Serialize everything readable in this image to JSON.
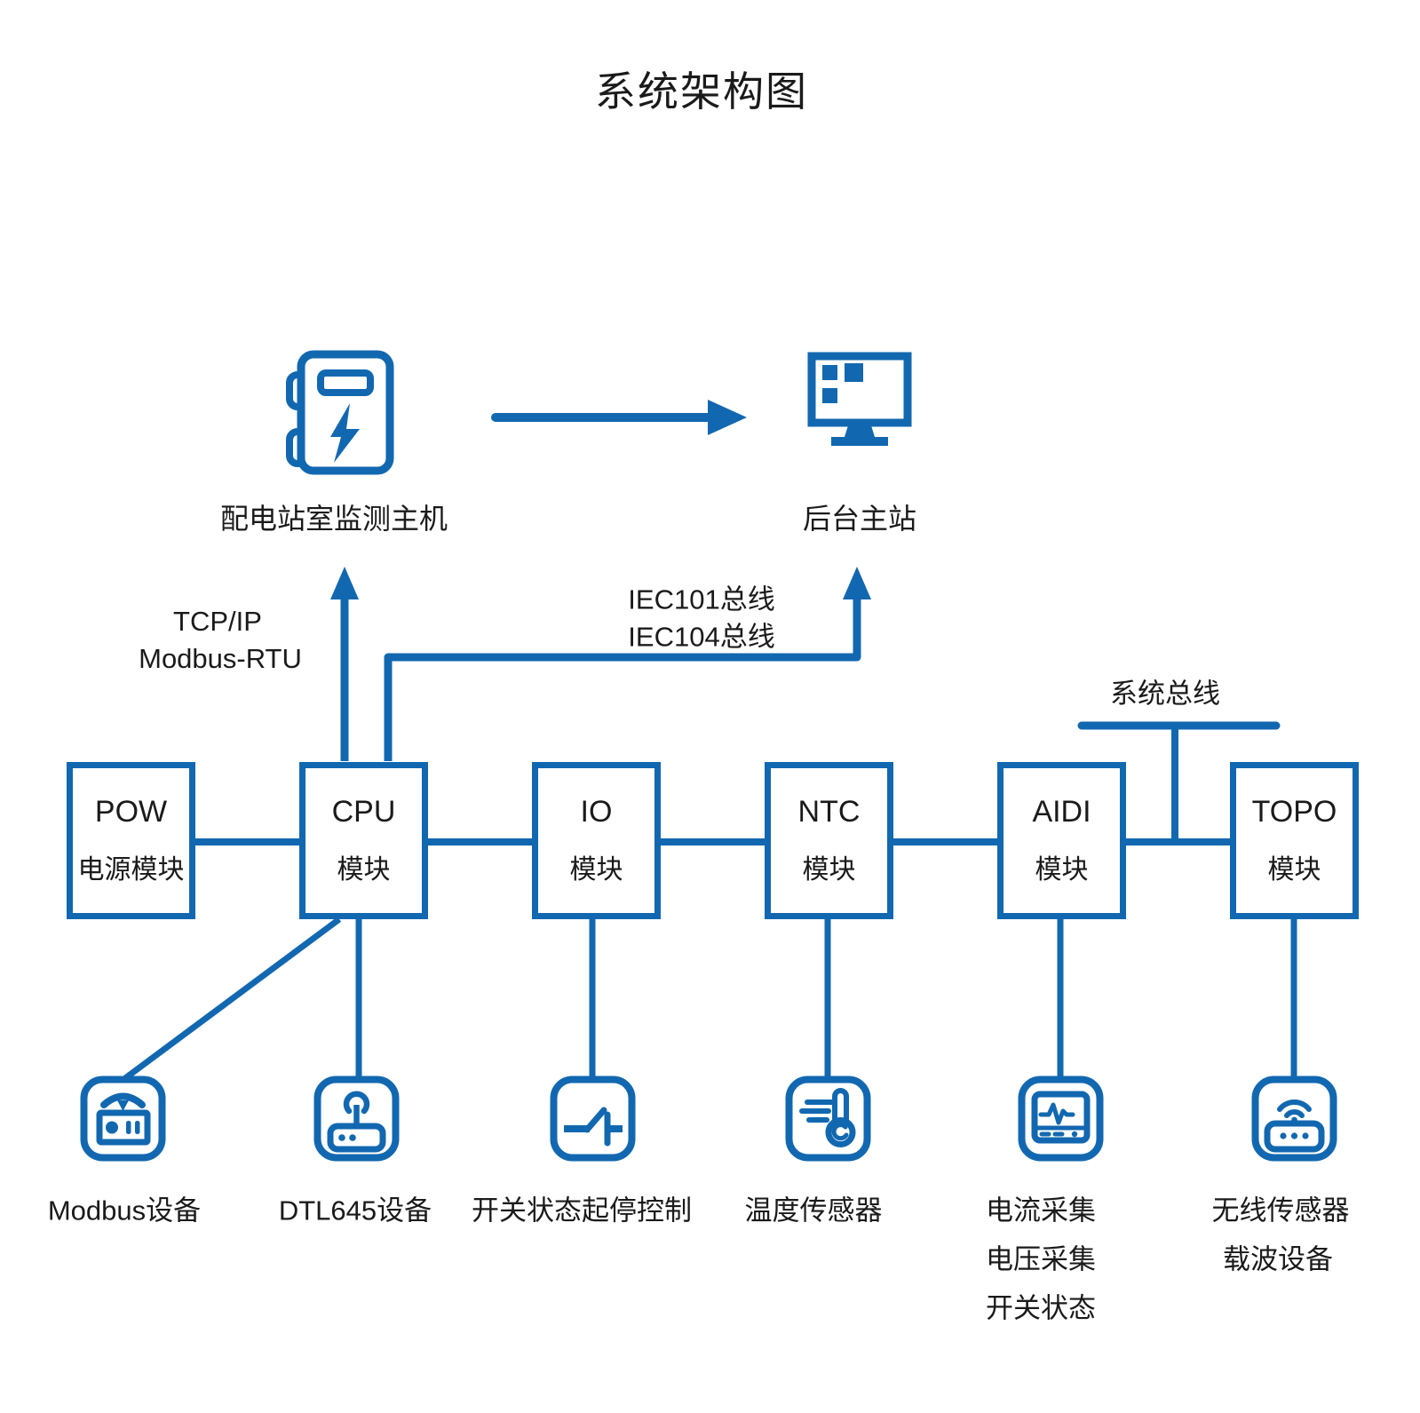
{
  "title": "系统架构图",
  "colors": {
    "line": "#1268B0",
    "text": "#1A1A1A",
    "background": "#FFFFFF"
  },
  "top_nodes": {
    "host": {
      "label": "配电站室监测主机",
      "icon": "power-cabinet-icon"
    },
    "master": {
      "label": "后台主站",
      "icon": "monitor-icon"
    }
  },
  "link_labels": {
    "tcp": [
      "TCP/IP",
      "Modbus-RTU"
    ],
    "iec": [
      "IEC101总线",
      "IEC104总线"
    ],
    "system_bus": "系统总线"
  },
  "modules": [
    {
      "code": "POW",
      "name": "电源模块"
    },
    {
      "code": "CPU",
      "name": "模块"
    },
    {
      "code": "IO",
      "name": "模块"
    },
    {
      "code": "NTC",
      "name": "模块"
    },
    {
      "code": "AIDI",
      "name": "模块"
    },
    {
      "code": "TOPO",
      "name": "模块"
    }
  ],
  "devices": [
    {
      "icon": "modbus-meter-icon",
      "labels": [
        "Modbus设备"
      ]
    },
    {
      "icon": "antenna-router-icon",
      "labels": [
        "DTL645设备"
      ]
    },
    {
      "icon": "switch-contact-icon",
      "labels": [
        "开关状态起停控制"
      ]
    },
    {
      "icon": "thermometer-icon",
      "labels": [
        "温度传感器"
      ]
    },
    {
      "icon": "waveform-monitor-icon",
      "labels": [
        "电流采集",
        "电压采集",
        "开关状态"
      ]
    },
    {
      "icon": "wireless-router-icon",
      "labels": [
        "无线传感器",
        "载波设备"
      ]
    }
  ]
}
